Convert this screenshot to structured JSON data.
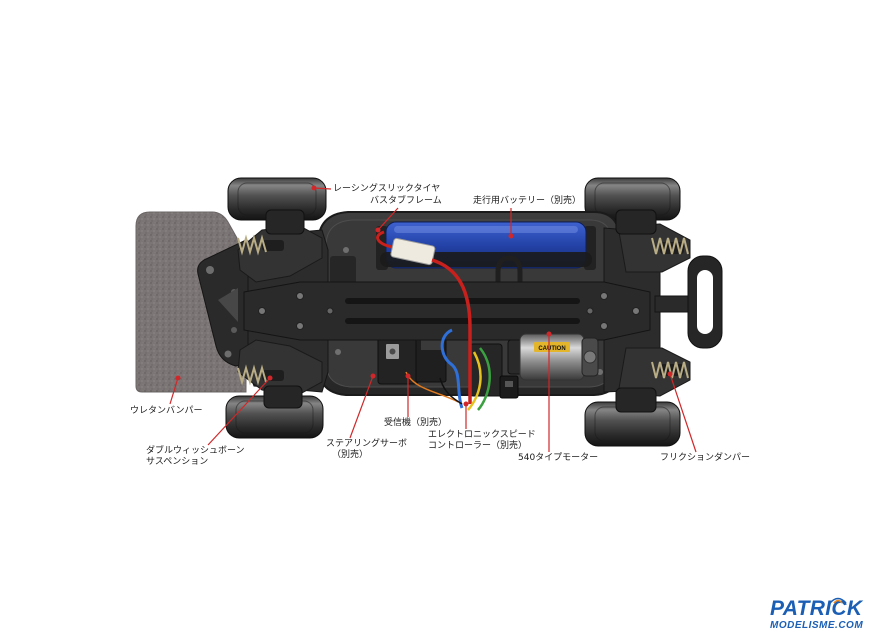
{
  "figure": {
    "callouts": {
      "racing_slick_tire": "レーシングスリックタイヤ",
      "bathtub_frame": "バスタブフレーム",
      "battery": "走行用バッテリー（別売）",
      "urethane_bumper": "ウレタンバンパー",
      "receiver": "受信機（別売）",
      "esc": [
        "エレクトロニックスピード",
        "コントローラー（別売）"
      ],
      "steering_servo": [
        "ステアリングサーボ",
        "（別売）"
      ],
      "suspension": [
        "ダブルウィッシュボーン",
        "サスペンション"
      ],
      "motor": "540タイプモーター",
      "friction_damper": "フリクションダンパー"
    },
    "motor_sticker": "CAUTION"
  },
  "watermark": {
    "brand": "PATRICK",
    "site": "MODELISME.COM"
  },
  "colors": {
    "callout": "#d0282a",
    "battery": "#2443a8",
    "foam_bumper": "#7b7675",
    "chassis": "#2f2f2f",
    "tire": "#2b2b2b",
    "watermark": "#1b5fb5",
    "watermark_accent": "#f08a1c"
  }
}
